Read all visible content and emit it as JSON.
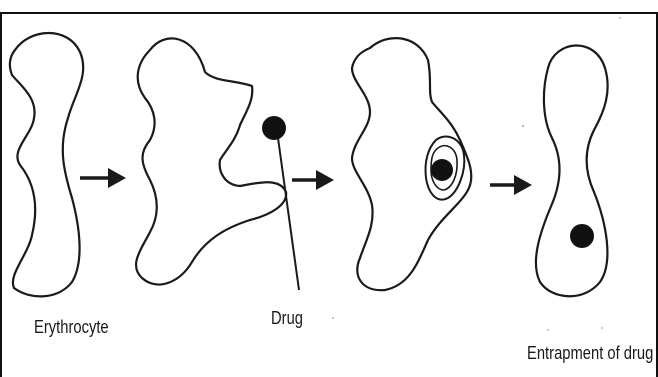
{
  "labels": {
    "erythrocyte": "Erythrocyte",
    "drug": "Drug",
    "entrapment": "Entrapment of drug"
  },
  "colors": {
    "background": "#ffffff",
    "outline": "#1a1a1a",
    "drug_fill": "#111111"
  },
  "stages": [
    {
      "name": "normal-erythrocyte"
    },
    {
      "name": "swollen-erythrocyte-with-pores"
    },
    {
      "name": "erythrocyte-engulfing-drug"
    },
    {
      "name": "resealed-erythrocyte-with-entrapped-drug"
    }
  ]
}
